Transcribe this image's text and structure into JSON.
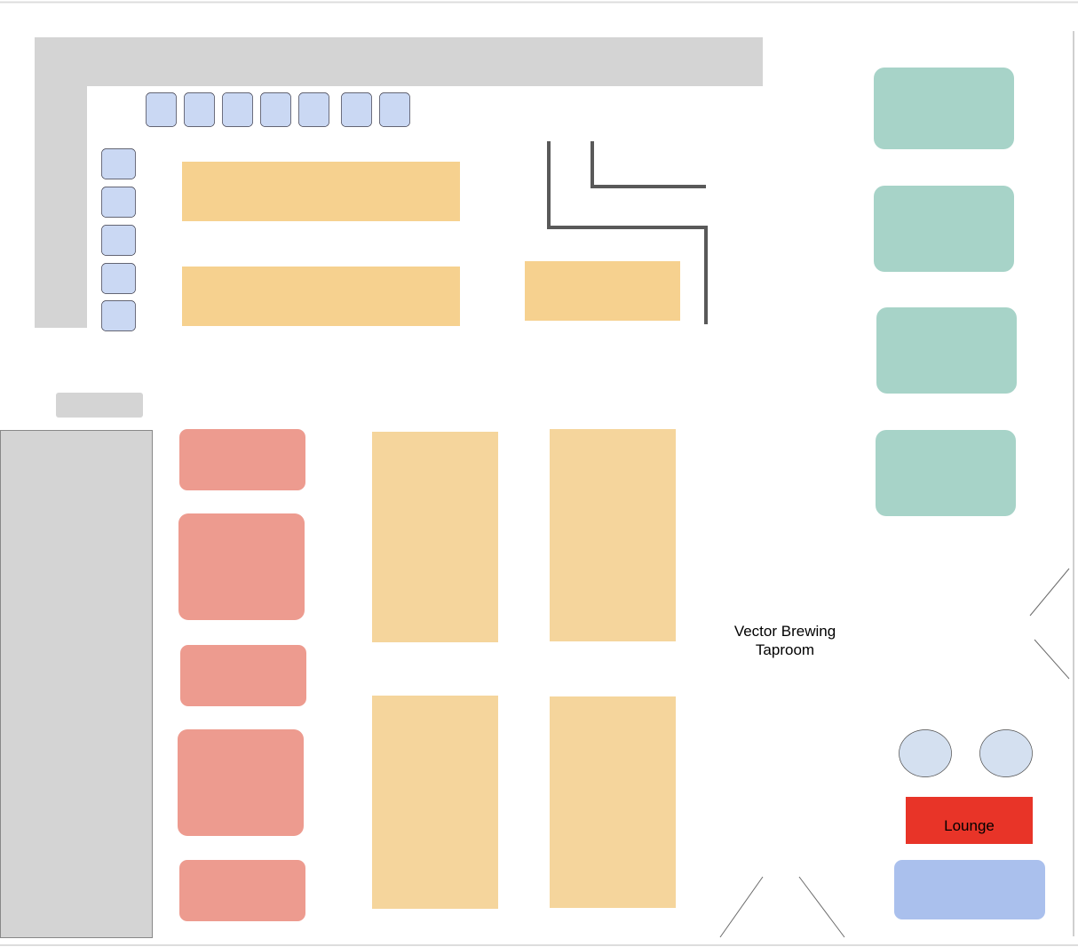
{
  "plan": {
    "title_line1": "Vector Brewing",
    "title_line2": "Taproom",
    "lounge_label": "Lounge"
  },
  "colors": {
    "background": "#ffffff",
    "wall_gray": "#d4d4d4",
    "divider_line": "#595959",
    "stool_blue": "#cad8f3",
    "high_table_orange": "#f6d18f",
    "long_table_tan": "#f5d59c",
    "booth_red": "#ed9b8f",
    "booth_green": "#a7d3c8",
    "seat_light_blue": "#d4e0f0",
    "lounge_red": "#e83428",
    "sofa_blue": "#aac0ed",
    "door_line": "#6b6b6b"
  },
  "counts": {
    "bar_stools": 12,
    "high_tables": 3,
    "long_tables": 4,
    "red_booths": 5,
    "green_booths": 4,
    "lounge_round_seats": 2
  }
}
